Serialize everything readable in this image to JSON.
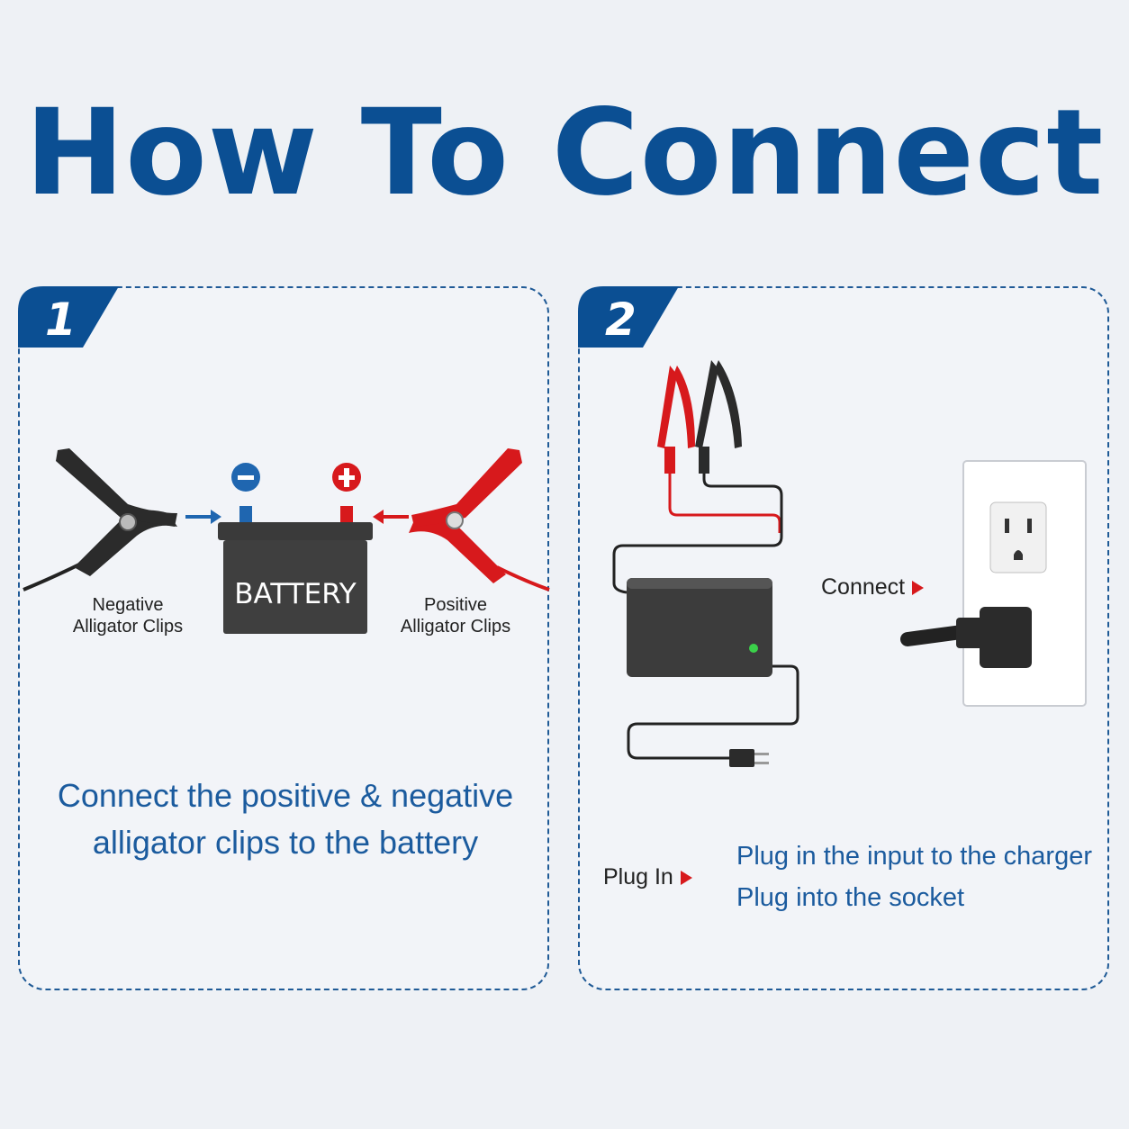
{
  "title": "How To Connect",
  "colors": {
    "brand": "#0b4f93",
    "positive": "#d7191c",
    "negative": "#1f66b0"
  },
  "step1": {
    "number": "1",
    "battery_label": "BATTERY",
    "negative_label_line1": "Negative",
    "negative_label_line2": "Alligator Clips",
    "positive_label_line1": "Positive",
    "positive_label_line2": "Alligator Clips",
    "description_line1": "Connect the positive & negative",
    "description_line2": "alligator clips to the battery"
  },
  "step2": {
    "number": "2",
    "connect_label": "Connect",
    "plugin_label": "Plug In",
    "description_line1": "Plug in the input to the charger",
    "description_line2": "Plug into the socket"
  }
}
